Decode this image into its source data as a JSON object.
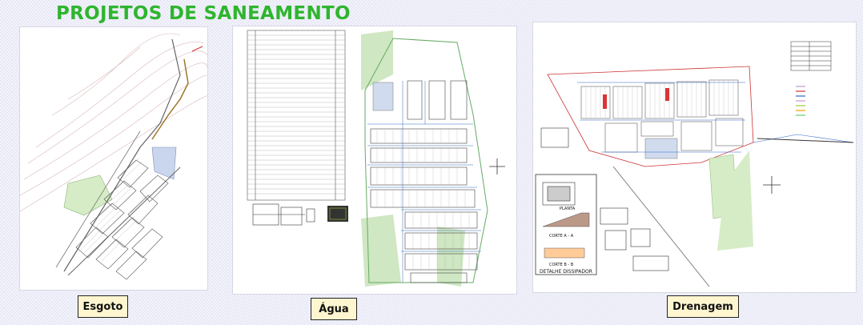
{
  "page_title": "PROJETOS DE SANEAMENTO",
  "panels": [
    {
      "label": "Esgoto"
    },
    {
      "label": "Água"
    },
    {
      "label": "Drenagem",
      "detail_caption": "DETALHE DISSIPADOR",
      "section_a": "CORTE A - A",
      "section_b": "CORTE B - B",
      "plan_label": "PLANTA"
    }
  ]
}
